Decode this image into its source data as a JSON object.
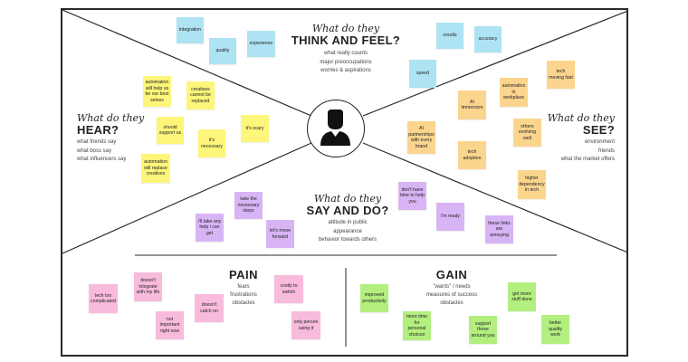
{
  "think_feel": {
    "script": "What do they",
    "main": "THINK AND FEEL?",
    "lines": [
      "what really counts",
      "major preoccupations",
      "worries & aspirations"
    ]
  },
  "hear": {
    "script": "What do they",
    "main": "HEAR?",
    "lines": [
      "what friends say",
      "what boss say",
      "what influencers say"
    ]
  },
  "see": {
    "script": "What do they",
    "main": "SEE?",
    "lines": [
      "environment",
      "friends",
      "what the market offers"
    ]
  },
  "say_do": {
    "script": "What do they",
    "main": "SAY AND DO?",
    "lines": [
      "attitude in public",
      "appearance",
      "behavior towards others"
    ]
  },
  "pain": {
    "title": "PAIN",
    "lines": [
      "fears",
      "frustrations",
      "obstacles"
    ]
  },
  "gain": {
    "title": "GAIN",
    "lines": [
      "\"wants\" / needs",
      "measures of success",
      "obstacles"
    ]
  },
  "avatar_icon": "user-silhouette-icon",
  "colors": {
    "blue": "#aee3f3",
    "yellow": "#fdf67a",
    "orange": "#fbd58e",
    "purple": "#d8b4f5",
    "pink": "#f8bbdc",
    "green": "#b3ef7f",
    "lines": "#2a2a2a"
  },
  "notes": {
    "think_feel": [
      "integration",
      "quality",
      "experience",
      "results",
      "accuracy",
      "speed"
    ],
    "hear": [
      "automation will help us be our best selves",
      "creatives cannot be replaced",
      "should support us",
      "it's necessary",
      "it's scary",
      "automation will replace creatives"
    ],
    "see": [
      "tech moving fast",
      "automation in workplace",
      "AI immersion",
      "others evolving well",
      "AI partnerships with every brand",
      "tech adoption",
      "higher dependency in tech"
    ],
    "say_do": [
      "take the necessary steps",
      "i'll take any help i can get",
      "let's move forward",
      "don't have time to help you",
      "i'm ready",
      "these links are annoying"
    ],
    "pain": [
      "tech too complicated",
      "doesn't integrate with my life",
      "not important right now",
      "doesn't catch on",
      "costly to switch",
      "only person using it"
    ],
    "gain": [
      "improved productivity",
      "more time for personal choices",
      "support those around you",
      "get more stuff done",
      "better quality work"
    ]
  }
}
